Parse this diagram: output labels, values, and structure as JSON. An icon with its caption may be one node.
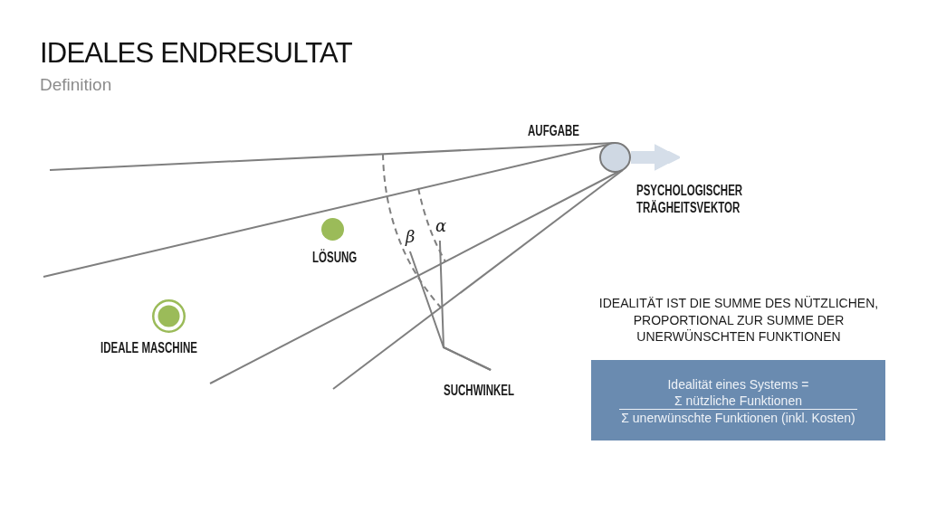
{
  "diagram": {
    "title": "IDEALES ENDRESULTAT",
    "nodes": [
      {
        "text": [
          "AUFGABE"
        ]
      },
      {
        "text": [
          "LÖSUNG"
        ]
      },
      {
        "text": [
          "IDEALE MASCHINE"
        ]
      },
      {
        "text": [
          "SUCHWINKEL"
        ]
      },
      {
        "text": [
          "β"
        ]
      },
      {
        "text": [
          "α"
        ]
      },
      {
        "text": [
          "Idealität eines Systems =",
          "Σ nützliche Funktionen",
          "Σ unerwünschte Funktionen (inkl. Kosten)"
        ]
      }
    ],
    "edges": [
      {
        "from": 0,
        "to": null,
        "arrow": "to",
        "label": "PSYCHOLOGISCHER TRÄGHEITSVEKTOR",
        "style": "thick",
        "color": "#d5dee9"
      },
      {
        "from": 3,
        "to": 4,
        "arrow": "none"
      },
      {
        "from": 3,
        "to": 5,
        "arrow": "none"
      }
    ],
    "labels": [
      "Definition",
      "IDEALITÄT IST DIE SUMME DES NÜTZLICHEN, PROPORTIONAL ZUR SUMME DER UNERWÜNSCHTEN FUNKTIONEN"
    ]
  }
}
